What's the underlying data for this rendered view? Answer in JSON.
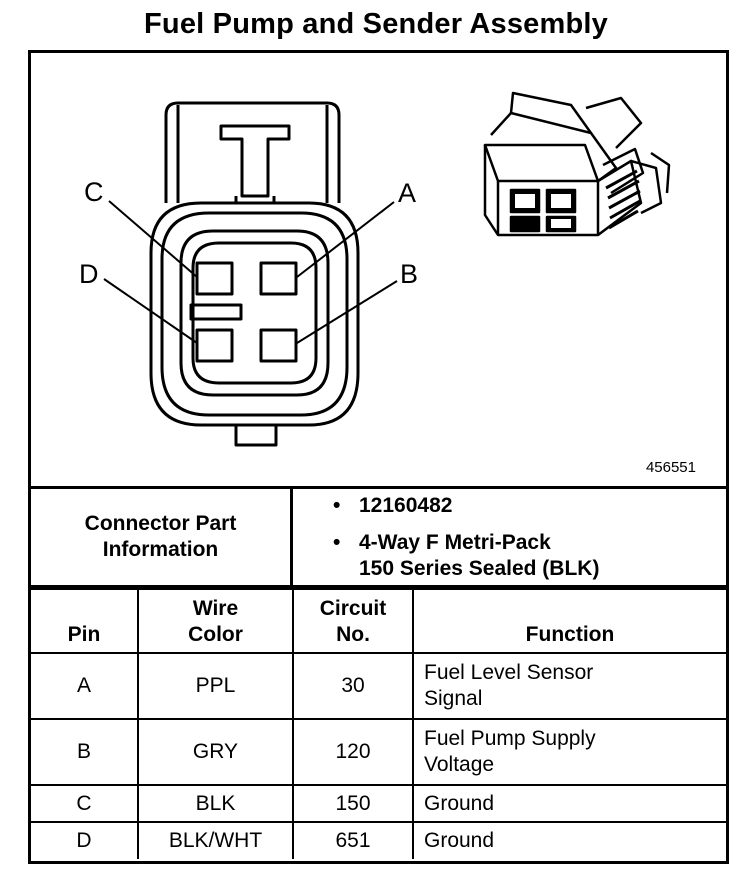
{
  "title": "Fuel Pump and Sender Assembly",
  "figure_number": "456551",
  "pin_labels": {
    "a": "A",
    "b": "B",
    "c": "C",
    "d": "D"
  },
  "connector_info": {
    "label_line1": "Connector Part",
    "label_line2": "Information",
    "bullet": "•",
    "part_number": "12160482",
    "description_line1": "4-Way F Metri-Pack",
    "description_line2": "150 Series Sealed (BLK)"
  },
  "table": {
    "headers": {
      "pin": "Pin",
      "wire_color_line1": "Wire",
      "wire_color_line2": "Color",
      "circuit_line1": "Circuit",
      "circuit_line2": "No.",
      "function": "Function"
    },
    "rows": [
      {
        "pin": "A",
        "wire_color": "PPL",
        "circuit": "30",
        "function_line1": "Fuel Level Sensor",
        "function_line2": "Signal"
      },
      {
        "pin": "B",
        "wire_color": "GRY",
        "circuit": "120",
        "function_line1": "Fuel Pump Supply",
        "function_line2": "Voltage"
      },
      {
        "pin": "C",
        "wire_color": "BLK",
        "circuit": "150",
        "function_line1": "Ground",
        "function_line2": ""
      },
      {
        "pin": "D",
        "wire_color": "BLK/WHT",
        "circuit": "651",
        "function_line1": "Ground",
        "function_line2": ""
      }
    ]
  }
}
